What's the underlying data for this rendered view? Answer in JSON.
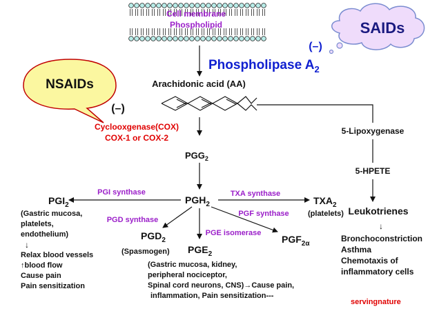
{
  "membrane": {
    "line1": "Cell membrane",
    "line2": "Phospholipid"
  },
  "saids": {
    "label": "SAIDs",
    "inhibit": "(–)"
  },
  "phospholipase": {
    "main": "Phospholipase A",
    "sub": "2"
  },
  "nsaids": {
    "label": "NSAIDs",
    "inhibit": "(–)"
  },
  "arachidonic": "Arachidonic acid (AA)",
  "cox": {
    "line1": "Cyclooxgenase(COX)",
    "line2": "COX-1 or COX-2"
  },
  "lipoxygenase": "5-Lipoxygenase",
  "hpete": "5-HPETE",
  "leukotrienes": "Leukotrienes",
  "leuko_effects": [
    "Bronchoconstriction",
    "Asthma",
    "Chemotaxis of",
    "inflammatory cells"
  ],
  "pgg2": {
    "main": "PGG",
    "sub": "2"
  },
  "pgh2": {
    "main": "PGH",
    "sub": "2"
  },
  "pgi_synthase": "PGI synthase",
  "txa_synthase": "TXA synthase",
  "pgd_synthase": "PGD synthase",
  "pgf_synthase": "PGF synthase",
  "pge_isomerase": "PGE isomerase",
  "pgi2": {
    "main": "PGI",
    "sub": "2",
    "sources": [
      "(Gastric mucosa,",
      "platelets,",
      "endothelium)"
    ],
    "arrow": "↓",
    "effects": [
      "Relax blood vessels",
      "↑blood flow",
      "Cause pain",
      "Pain sensitization"
    ]
  },
  "txa2": {
    "main": "TXA",
    "sub": "2",
    "note": "(platelets)"
  },
  "pgd2": {
    "main": "PGD",
    "sub": "2",
    "note": "(Spasmogen)"
  },
  "pge2": {
    "main": "PGE",
    "sub": "2",
    "notes": [
      "(Gastric mucosa, kidney,",
      "peripheral nociceptor,",
      "Spinal cord neurons, CNS)→Cause pain,",
      "inflammation, Pain sensitization---"
    ]
  },
  "pgf2a": {
    "main": "PGF",
    "sub": "2α"
  },
  "leuko_arrow": "↓",
  "watermark": "servingnature"
}
